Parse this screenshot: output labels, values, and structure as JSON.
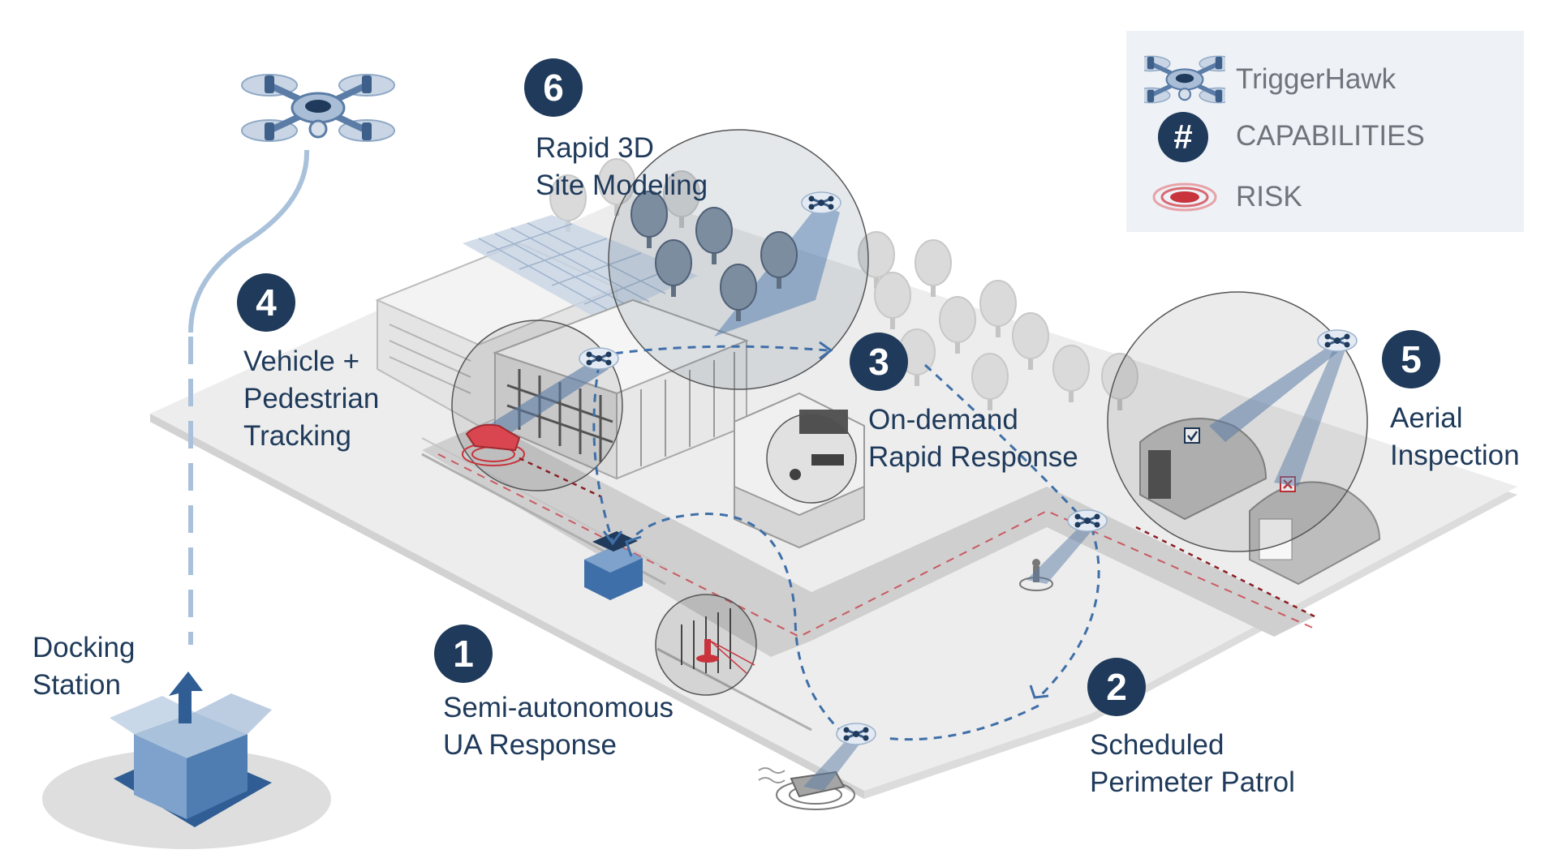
{
  "legend": {
    "items": [
      {
        "icon": "drone-icon",
        "label": "TriggerHawk"
      },
      {
        "icon": "hash-badge-icon",
        "symbol": "#",
        "label": "CAPABILITIES"
      },
      {
        "icon": "risk-ring-icon",
        "label": "RISK"
      }
    ]
  },
  "capabilities": [
    {
      "number": "1",
      "lines": [
        "Semi-autonomous",
        "UA Response"
      ]
    },
    {
      "number": "2",
      "lines": [
        "Scheduled",
        "Perimeter Patrol"
      ]
    },
    {
      "number": "3",
      "lines": [
        "On-demand",
        "Rapid Response"
      ]
    },
    {
      "number": "4",
      "lines": [
        "Vehicle +",
        "Pedestrian",
        "Tracking"
      ]
    },
    {
      "number": "5",
      "lines": [
        "Aerial",
        "Inspection"
      ]
    },
    {
      "number": "6",
      "lines": [
        "Rapid 3D",
        "Site Modeling"
      ]
    }
  ],
  "docking": {
    "lines": [
      "Docking",
      "Station"
    ]
  },
  "colors": {
    "navy": "#1f3a5a",
    "drone_blue": "#8fa9c6",
    "path_blue": "#3f6fa8",
    "risk_red": "#c8333c",
    "ground": "#ededed",
    "road": "#cfcfcf",
    "legend_bg": "#eef1f6"
  }
}
